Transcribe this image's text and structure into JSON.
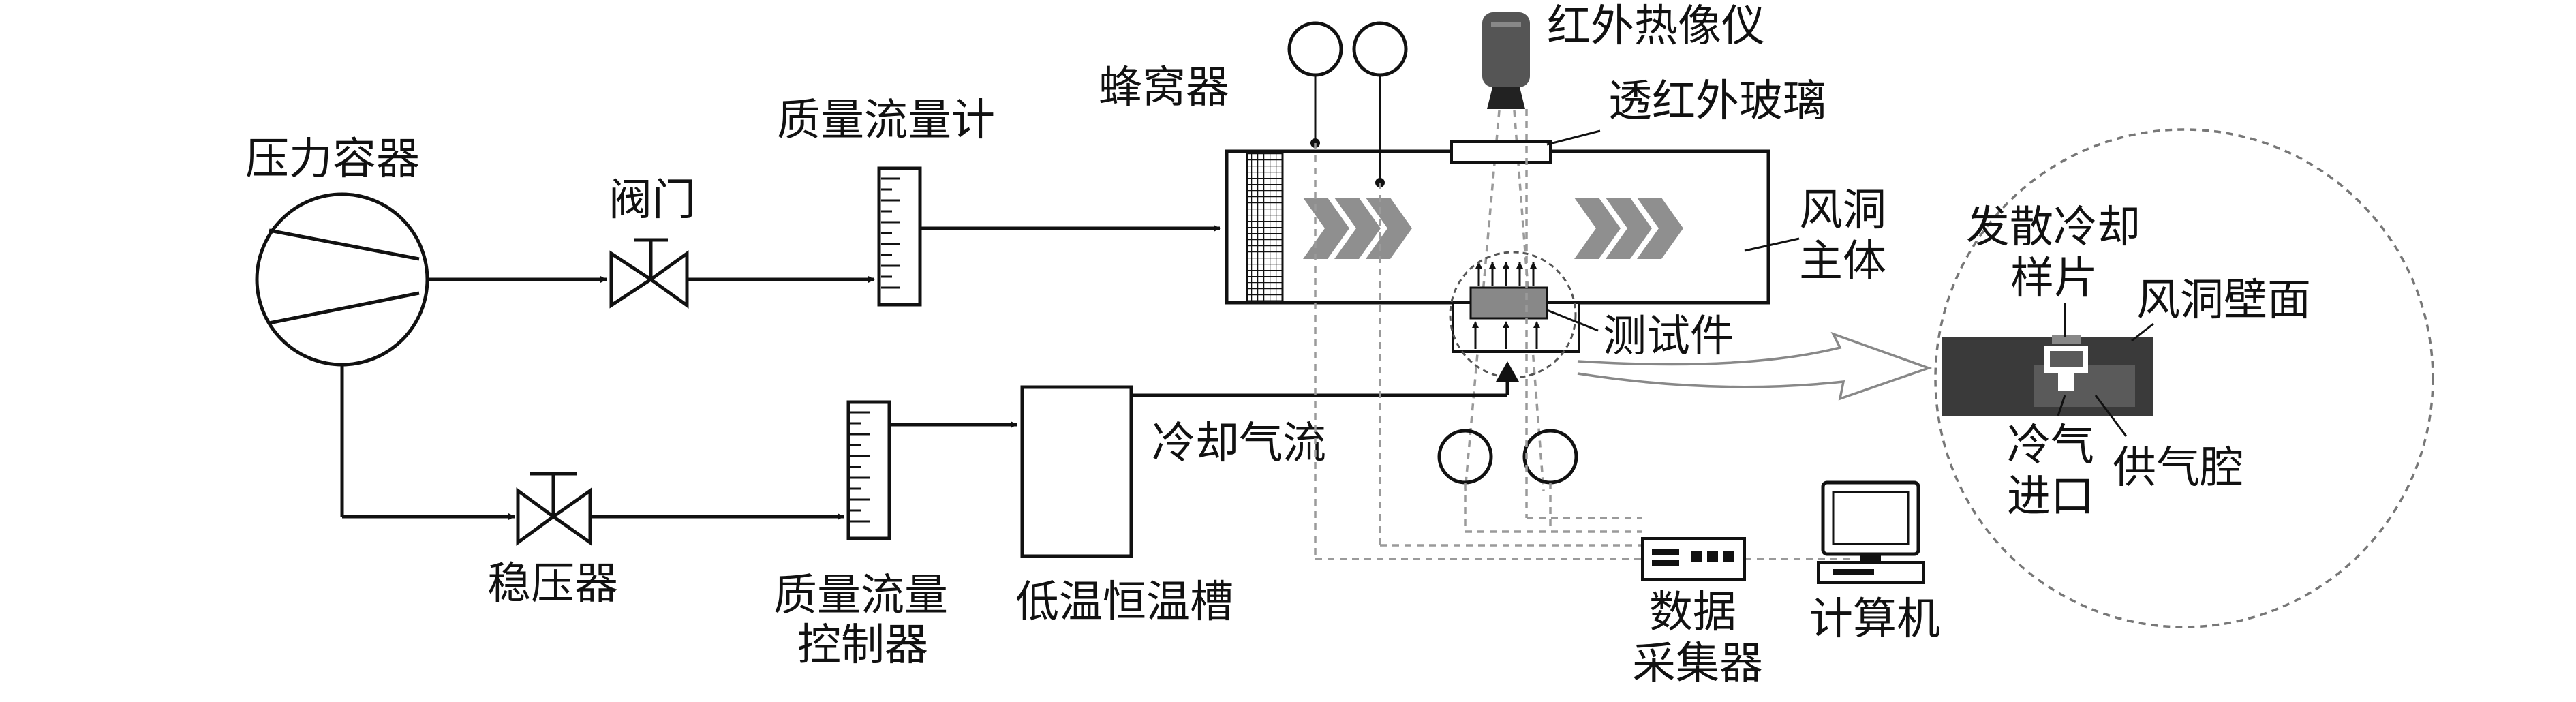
{
  "labels": {
    "pressure_vessel": "压力容器",
    "valve": "阀门",
    "mass_flowmeter": "质量流量计",
    "honeycomb": "蜂窝器",
    "ir_camera": "红外热像仪",
    "ir_glass": "透红外玻璃",
    "wind_tunnel_line1": "风洞",
    "wind_tunnel_line2": "主体",
    "test_piece": "测试件",
    "regulator": "稳压器",
    "mfc_line1": "质量流量",
    "mfc_line2": "控制器",
    "cryostat": "低温恒温槽",
    "cooling_flow": "冷却气流",
    "daq_line1": "数据",
    "daq_line2": "采集器",
    "computer": "计算机",
    "detail_sample_line1": "发散冷却",
    "detail_sample_line2": "样片",
    "detail_wall": "风洞壁面",
    "detail_inlet_line1": "冷气",
    "detail_inlet_line2": "进口",
    "detail_plenum": "供气腔"
  },
  "colors": {
    "line": "#111111",
    "signal_dashed": "#9a9a9a",
    "flow_chevron": "#8f8f8f",
    "detail_dark": "#3a3a3a",
    "detail_mid": "#5a5a5a"
  }
}
